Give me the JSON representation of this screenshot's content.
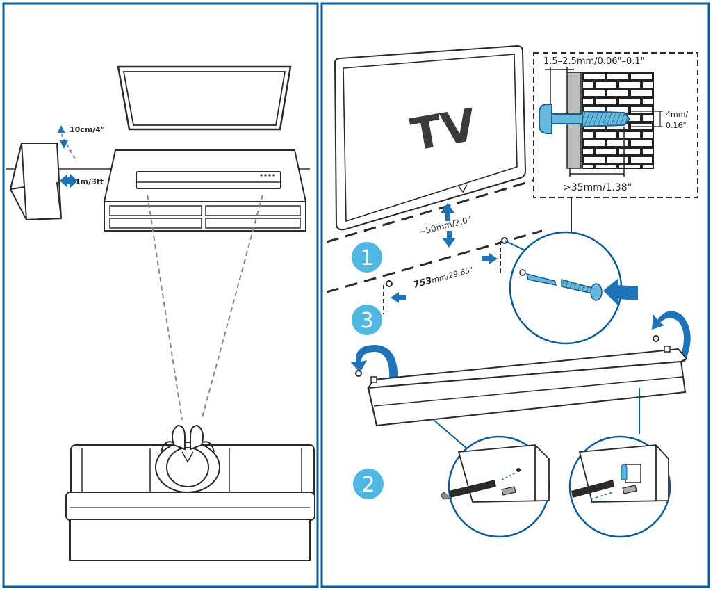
{
  "left_panel": {
    "gap_label": "10cm/4\"",
    "distance_label": "1m/3ft"
  },
  "right_panel": {
    "tv_label": "TV",
    "thickness_label": "1.5–2.5mm/0.06\"–0.1\"",
    "screw_dia_label_1": "4mm/",
    "screw_dia_label_2": "0.16\"",
    "screw_length_label": ">35mm/1.38\"",
    "tv_gap_label": "~50mm/2.0\"",
    "hole_spacing_num": "753",
    "hole_spacing_unit": "mm/29.65\"",
    "steps": [
      {
        "number": "1"
      },
      {
        "number": "2"
      },
      {
        "number": "3"
      }
    ]
  },
  "colors": {
    "frame": "#0a5c97",
    "arrow": "#1f73b8",
    "step_badge": "#4fb7e2",
    "screw": "#66b8dc",
    "ink": "#2a2a2a"
  }
}
